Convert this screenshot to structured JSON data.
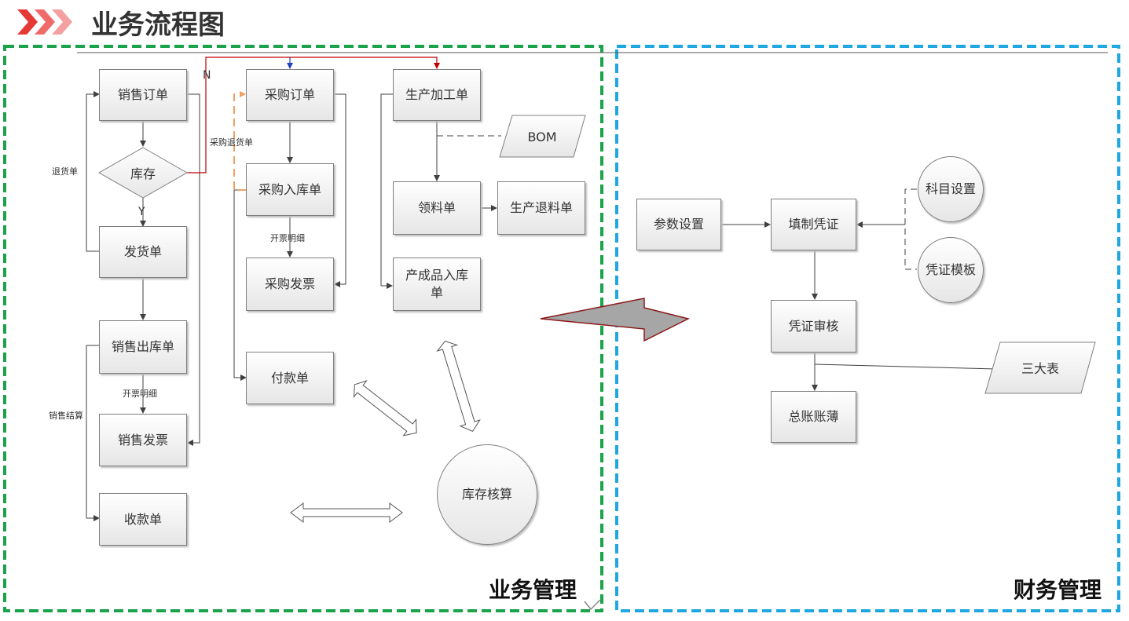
{
  "title": "业务流程图",
  "sections": {
    "business": "业务管理",
    "finance": "财务管理"
  },
  "nodes": {
    "sales_order": "销售订单",
    "inventory_decision": "库存",
    "shipping_order": "发货单",
    "sales_outbound": "销售出库单",
    "sales_invoice": "销售发票",
    "receipt": "收款单",
    "purchase_order": "采购订单",
    "purchase_inbound": "采购入库单",
    "purchase_invoice": "采购发票",
    "payment": "付款单",
    "production_order": "生产加工单",
    "bom": "BOM",
    "material_requisition": "领料单",
    "production_return": "生产退料单",
    "finished_goods_inbound": "产成品入库单",
    "inventory_costing": "库存核算",
    "parameter_setting": "参数设置",
    "voucher_entry": "填制凭证",
    "account_setting": "科目设置",
    "voucher_template": "凭证模板",
    "voucher_audit": "凭证审核",
    "three_statements": "三大表",
    "general_ledger": "总账账薄"
  },
  "edge_labels": {
    "return_order": "退货单",
    "no": "N",
    "yes": "Y",
    "invoice_detail_sales": "开票明细",
    "sales_settlement": "销售结算",
    "purchase_return": "采购退货单",
    "invoice_detail_purchase": "开票明细"
  },
  "colors": {
    "business_border": "#1aa34a",
    "finance_border": "#1ea7e1",
    "chevron": "#e53935",
    "red_line": "#c00000",
    "blue_arrow": "#1f3fbf",
    "orange_dash": "#f0a060",
    "big_arrow_fill": "#a6a6a6",
    "big_arrow_stroke": "#8b1a1a"
  }
}
